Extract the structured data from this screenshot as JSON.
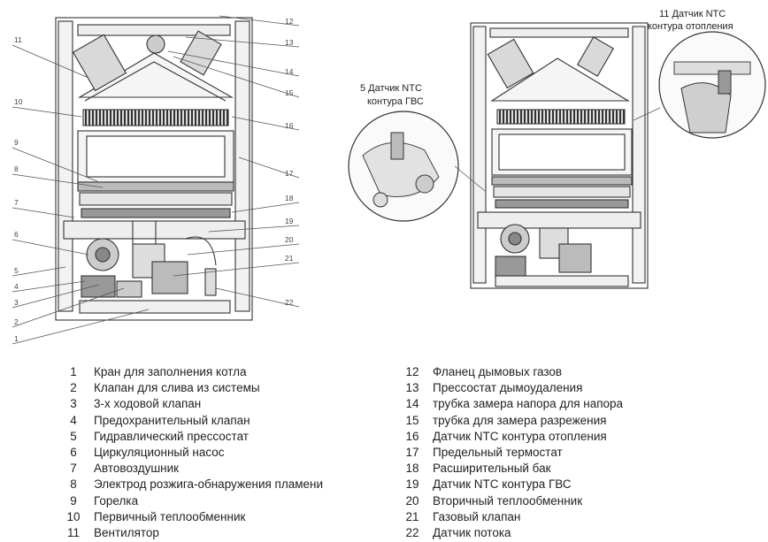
{
  "callouts": {
    "c1": "1",
    "c2": "2",
    "c3": "3",
    "c4": "4",
    "c5": "5",
    "c6": "6",
    "c7": "7",
    "c8": "8",
    "c9": "9",
    "c10": "10",
    "c11": "11",
    "c12": "12",
    "c13": "13",
    "c14": "14",
    "c15": "15",
    "c16": "16",
    "c17": "17",
    "c18": "18",
    "c19": "19",
    "c20": "20",
    "c21": "21",
    "c22": "22"
  },
  "detail_labels": {
    "ntc_dhw_line1": "5 Датчик NTC",
    "ntc_dhw_line2": "контура ГВС",
    "ntc_heat_line1": "11 Датчик NTC",
    "ntc_heat_line2": "контура отопления"
  },
  "legend_left": [
    {
      "num": "1",
      "text": "Кран для заполнения котла"
    },
    {
      "num": "2",
      "text": "Клапан для слива из системы"
    },
    {
      "num": "3",
      "text": "3-х ходовой клапан"
    },
    {
      "num": "4",
      "text": "Предохранительный клапан"
    },
    {
      "num": "5",
      "text": "Гидравлический прессостат"
    },
    {
      "num": "6",
      "text": "Циркуляционный насос"
    },
    {
      "num": "7",
      "text": "Автовоздушник"
    },
    {
      "num": "8",
      "text": "Электрод розжига-обнаружения пламени"
    },
    {
      "num": "9",
      "text": "Горелка"
    },
    {
      "num": "10",
      "text": "Первичный теплообменник"
    },
    {
      "num": "11",
      "text": "Вентилятор"
    }
  ],
  "legend_right": [
    {
      "num": "12",
      "text": "Фланец дымовых газов"
    },
    {
      "num": "13",
      "text": "Прессостат дымоудаления"
    },
    {
      "num": "14",
      "text": "трубка замера напора для напора"
    },
    {
      "num": "15",
      "text": "трубка для замера разрежения"
    },
    {
      "num": "16",
      "text": "Датчик NTC контура отопления"
    },
    {
      "num": "17",
      "text": "Предельный термостат"
    },
    {
      "num": "18",
      "text": "Расширительный бак"
    },
    {
      "num": "19",
      "text": "Датчик NTC контура ГВС"
    },
    {
      "num": "20",
      "text": "Вторичный теплообменник"
    },
    {
      "num": "21",
      "text": "Газовый клапан"
    },
    {
      "num": "22",
      "text": "Датчик потока"
    }
  ]
}
